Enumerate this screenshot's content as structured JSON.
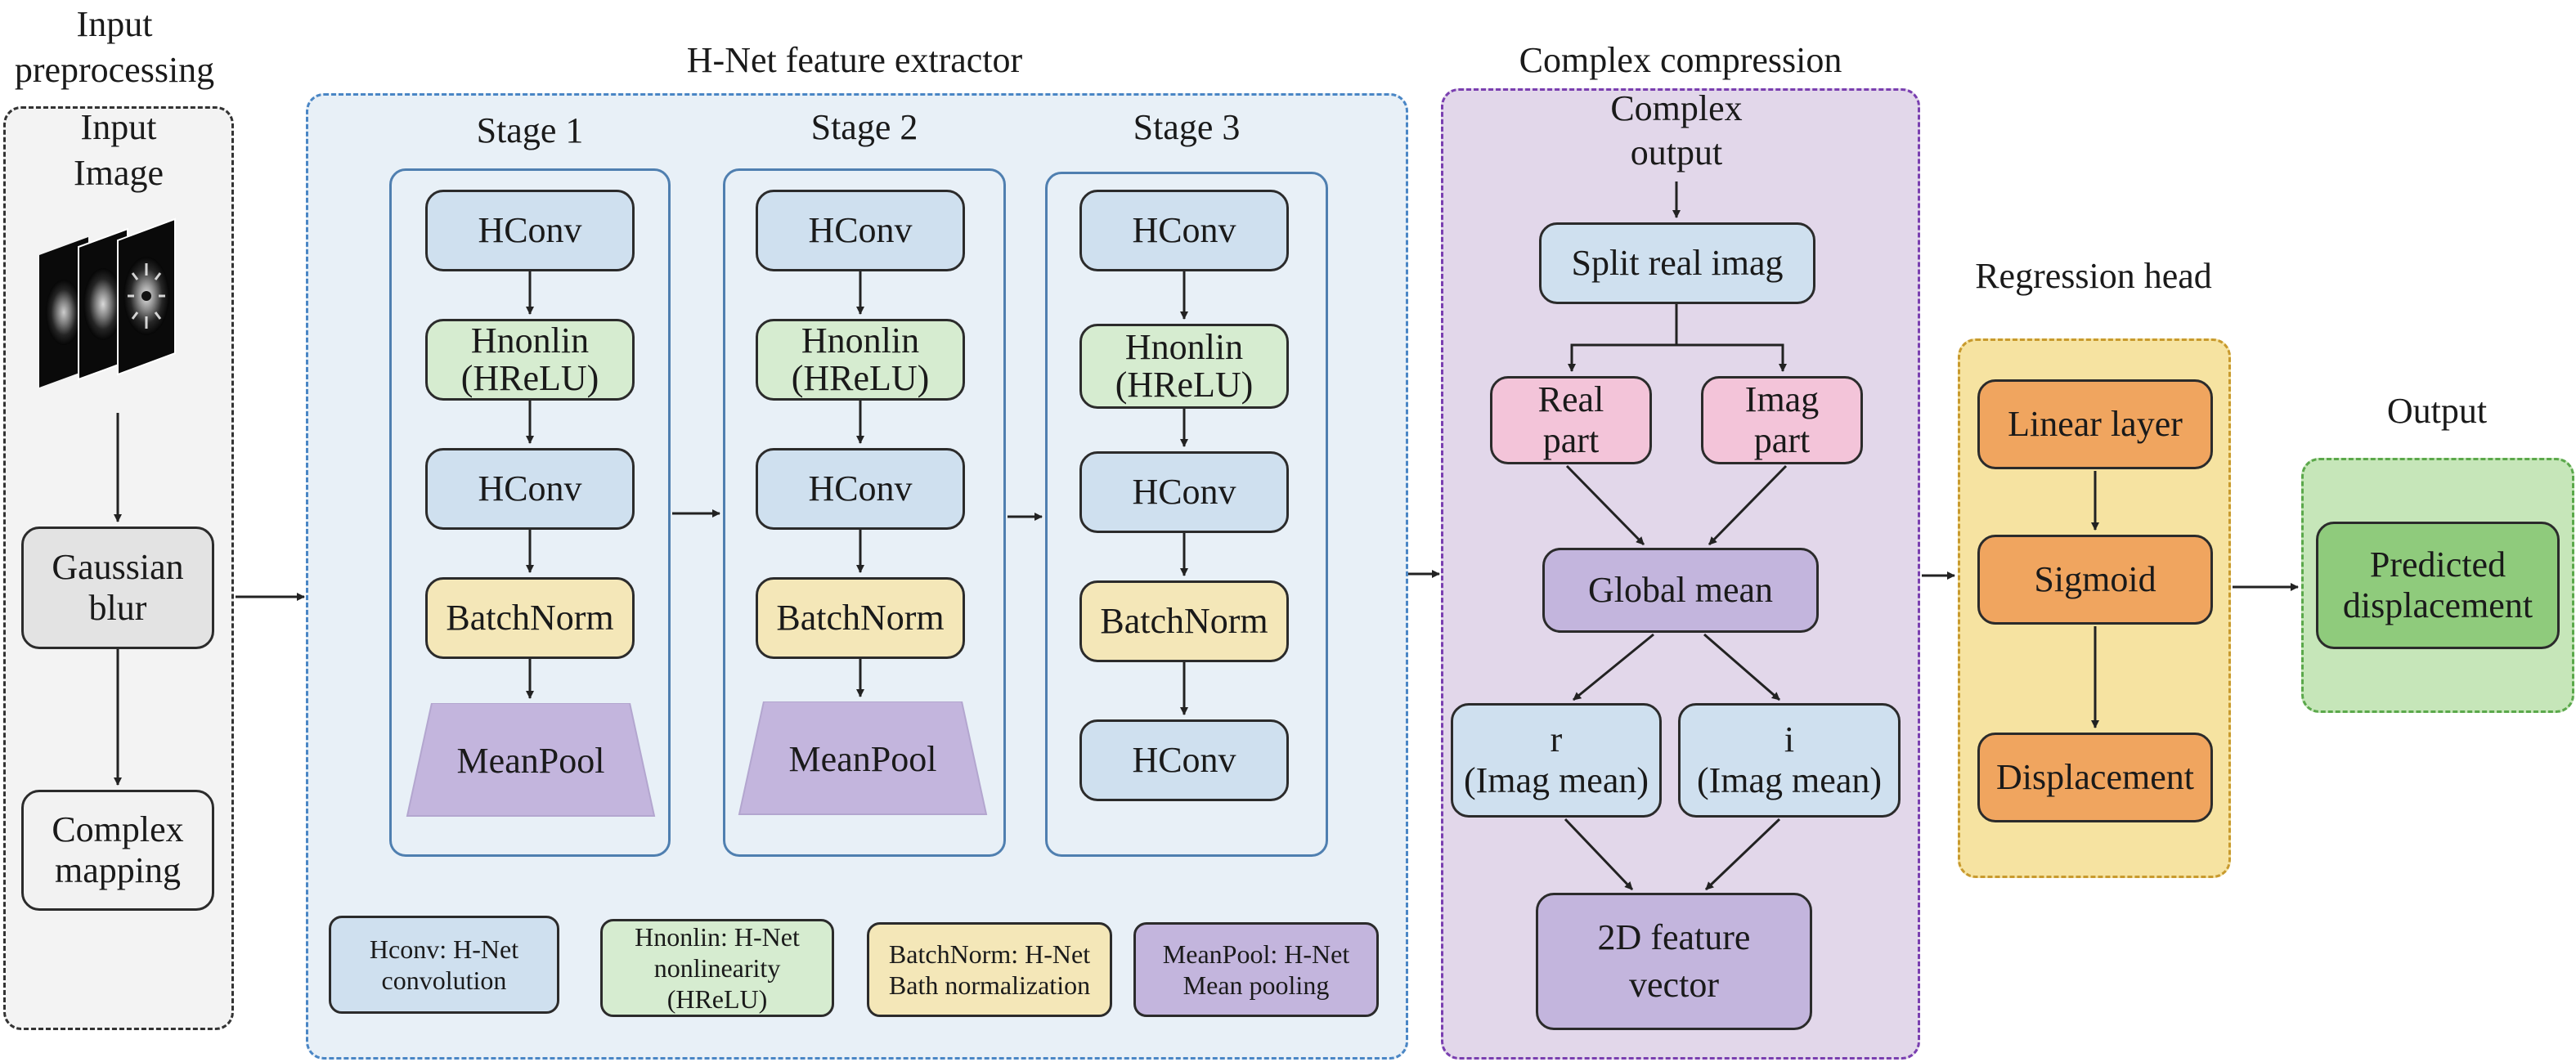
{
  "input_panel": {
    "title": "Input\npreprocessing",
    "image_label": "Input\nImage",
    "gaussian": "Gaussian\nblur",
    "complex_mapping": "Complex\nmapping"
  },
  "hnet": {
    "title": "H-Net feature extractor",
    "stages": [
      {
        "label": "Stage 1",
        "blocks": [
          "HConv",
          "Hnonlin\n(HReLU)",
          "HConv",
          "BatchNorm",
          "MeanPool"
        ]
      },
      {
        "label": "Stage 2",
        "blocks": [
          "HConv",
          "Hnonlin\n(HReLU)",
          "HConv",
          "BatchNorm",
          "MeanPool"
        ]
      },
      {
        "label": "Stage 3",
        "blocks": [
          "HConv",
          "Hnonlin\n(HReLU)",
          "HConv",
          "BatchNorm",
          "HConv"
        ]
      }
    ],
    "legend": [
      "Hconv: H-Net\nconvolution",
      "Hnonlin: H-Net\nnonlinearity\n(HReLU)",
      "BatchNorm: H-Net\nBath normalization",
      "MeanPool: H-Net\nMean pooling"
    ]
  },
  "complex": {
    "title": "Complex compression",
    "output_label": "Complex\noutput",
    "split": "Split real imag",
    "real": "Real\npart",
    "imag": "Imag\npart",
    "global_mean": "Global mean",
    "r": "r\n(Imag mean)",
    "i": "i\n(Imag mean)",
    "feature": "2D feature\nvector"
  },
  "regression": {
    "title": "Regression head",
    "linear": "Linear layer",
    "sigmoid": "Sigmoid",
    "displacement": "Displacement"
  },
  "output": {
    "title": "Output",
    "predicted": "Predicted\ndisplacement"
  },
  "colors": {
    "hconv": "#cfe0ef",
    "hnonlin": "#d6ecd0",
    "batchnorm": "#f4e7b8",
    "meanpool": "#c3b5dd",
    "pink": "#f3c4d9",
    "orange": "#f0a55f",
    "green": "#8fcb7c"
  }
}
